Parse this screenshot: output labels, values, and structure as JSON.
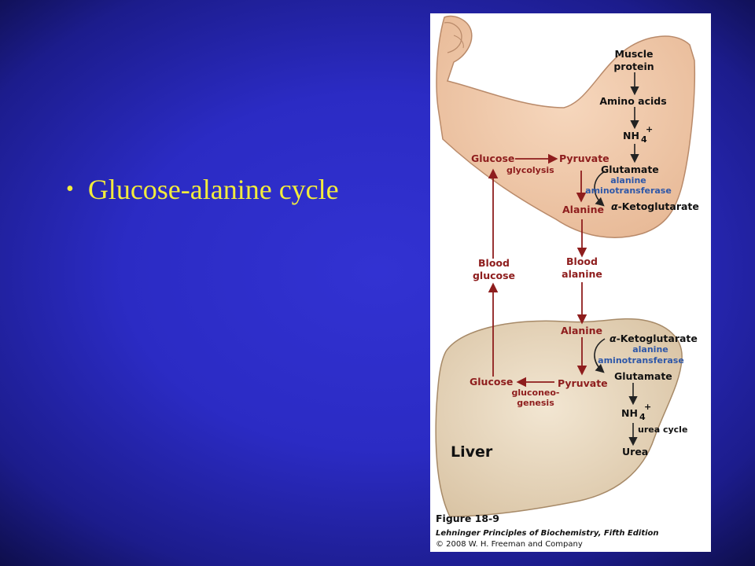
{
  "slide": {
    "bullet": "Glucose-alanine cycle"
  },
  "figure": {
    "muscle": {
      "muscle_protein_1": "Muscle",
      "muscle_protein_2": "protein",
      "amino_acids": "Amino acids",
      "nh4": "NH",
      "nh4_sub": "4",
      "nh4_sup": "+",
      "glucose": "Glucose",
      "glycolysis": "glycolysis",
      "pyruvate": "Pyruvate",
      "glutamate": "Glutamate",
      "enzyme_1": "alanine",
      "enzyme_2": "aminotransferase",
      "alanine": "Alanine",
      "alpha": "α",
      "ketoglutarate": "-Ketoglutarate"
    },
    "blood": {
      "blood_glucose_1": "Blood",
      "blood_glucose_2": "glucose",
      "blood_alanine_1": "Blood",
      "blood_alanine_2": "alanine"
    },
    "liver": {
      "alanine": "Alanine",
      "alpha": "α",
      "ketoglutarate": "-Ketoglutarate",
      "enzyme_1": "alanine",
      "enzyme_2": "aminotransferase",
      "glucose": "Glucose",
      "pyruvate": "Pyruvate",
      "glutamate": "Glutamate",
      "gluconeogenesis_1": "gluconeo-",
      "gluconeogenesis_2": "genesis",
      "nh4": "NH",
      "nh4_sub": "4",
      "nh4_sup": "+",
      "urea_cycle": "urea cycle",
      "urea": "Urea",
      "organ_label": "Liver"
    },
    "caption": {
      "title": "Figure 18-9",
      "book": "Lehninger Principles of Biochemistry, Fifth Edition",
      "copyright": "© 2008 W. H. Freeman and Company"
    },
    "colors": {
      "pathway_red": "#8e1d1d",
      "enzyme_blue": "#2e57a8",
      "bullet_yellow": "#f2ec3c"
    }
  }
}
